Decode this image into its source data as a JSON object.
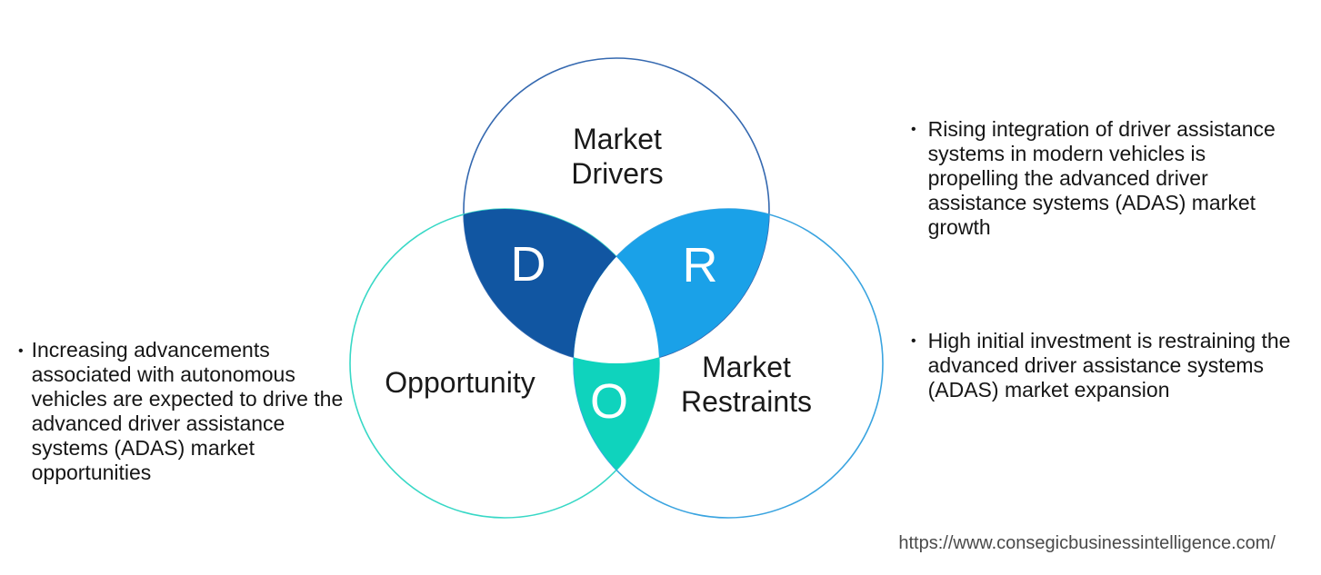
{
  "venn": {
    "drivers": {
      "label": "Market Drivers",
      "outline_color": "#3569b0"
    },
    "opportunity": {
      "label": "Opportunity",
      "outline_color": "#38d8c6"
    },
    "restraints": {
      "label": "Market Restraints",
      "outline_color": "#3aa4e0"
    },
    "regions": {
      "d": {
        "letter": "D",
        "color": "#1156a2"
      },
      "r": {
        "letter": "R",
        "color": "#1aa1e8"
      },
      "o": {
        "letter": "O",
        "color": "#0fd3bd"
      }
    }
  },
  "notes": {
    "left": {
      "bullet": "•",
      "text": "Increasing advancements associated with autonomous vehicles are expected to drive the advanced driver assistance systems (ADAS) market opportunities"
    },
    "right_top": {
      "bullet": "•",
      "text": "Rising integration of driver assistance systems in modern vehicles is propelling the advanced driver assistance systems (ADAS) market growth"
    },
    "right_bottom": {
      "bullet": "•",
      "text": "High initial investment is restraining the advanced driver assistance systems (ADAS) market expansion"
    }
  },
  "footer": {
    "url": "https://www.consegicbusinessintelligence.com/"
  }
}
